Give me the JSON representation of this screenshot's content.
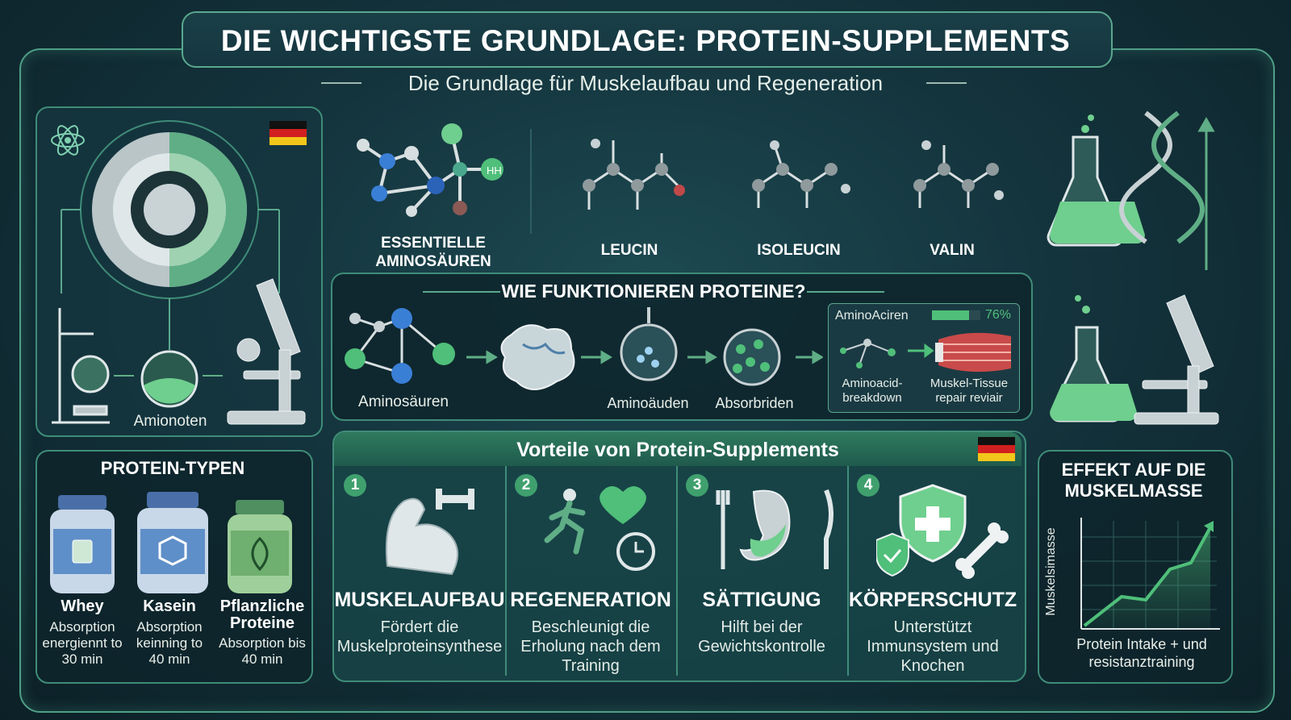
{
  "header": {
    "title": "DIE WICHTIGSTE GRUNDLAGE: PROTEIN-SUPPLEMENTS",
    "subtitle": "Die Grundlage für Muskelaufbau und Regeneration"
  },
  "lab_panel": {
    "label": "Amionoten"
  },
  "molecules": {
    "essential": "ESSENTIELLE AMINOSÄUREN",
    "essential_badge": "HH",
    "leucin": "LEUCIN",
    "isoleucin": "ISOLEUCIN",
    "valin": "VALIN"
  },
  "how": {
    "title": "WIE FUNKTIONIEREN PROTEINE?",
    "step1": "Aminosäuren",
    "step3": "Aminoäuden",
    "step4": "Absorbriden",
    "box_title": "AminoAciren",
    "progress_label": "76%",
    "progress": 0.76,
    "box_left": "Aminoacid-\nbreakdown",
    "box_right": "Muskel-Tissue\nrepair reviair"
  },
  "types": {
    "title": "PROTEIN-TYPEN",
    "items": [
      {
        "name": "Whey",
        "desc": "Absorption energiennt to 30 min"
      },
      {
        "name": "Kasein",
        "desc": "Absorption keinning to 40 min"
      },
      {
        "name": "Pflanzliche Proteine",
        "desc": "Absorption bis 40 min"
      }
    ]
  },
  "benefits": {
    "title": "Vorteile von Protein-Supplements",
    "items": [
      {
        "num": "1",
        "title": "MUSKELAUFBAU",
        "text": "Fördert die Muskelproteinsynthese"
      },
      {
        "num": "2",
        "title": "REGENERATION",
        "text": "Beschleunigt die Erholung nach dem Training"
      },
      {
        "num": "3",
        "title": "SÄTTIGUNG",
        "text": "Hilft bei der Gewichtskontrolle"
      },
      {
        "num": "4",
        "title": "KÖRPERSCHUTZ",
        "text": "Unterstützt Immunsystem und Knochen"
      }
    ]
  },
  "effect": {
    "title": "EFFEKT AUF DIE MUSKELMASSE",
    "ylabel": "Muskelsimasse",
    "xlabel": "Protein Intake + und resistanztraining"
  },
  "colors": {
    "accent": "#4fbf7a",
    "frame": "#4f9f86",
    "bg": "#14343d"
  }
}
